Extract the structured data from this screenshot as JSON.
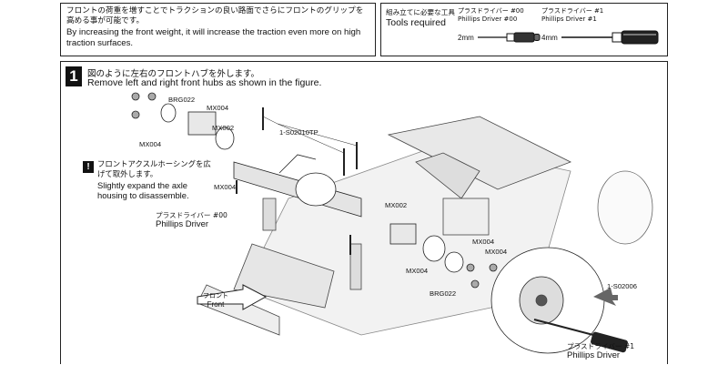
{
  "intro": {
    "jp": "フロントの荷重を増すことでトラクションの良い路面でさらにフロントのグリップを高める事が可能です。",
    "en": "By increasing the front weight, it will increase the traction even more on high traction surfaces."
  },
  "tools": {
    "title_jp": "組み立てに必要な工具",
    "title_en": "Tools required",
    "driver00_jp": "プラスドライバー #00",
    "driver00_en": "Phillips Driver #00",
    "driver1_jp": "プラスドライバー #1",
    "driver1_en": "Phillips Driver #1",
    "size2": "2mm",
    "size4": "4mm"
  },
  "step": {
    "number": "1",
    "jp": "図のように左右のフロントハブを外します。",
    "en": "Remove left and right front hubs as shown in the figure."
  },
  "warning": {
    "icon": "!",
    "jp": "フロントアクスルホーシングを広げて取外します。",
    "en": "Slightly expand the axle housing to disassemble."
  },
  "labels": {
    "brg022_a": "BRG022",
    "mx004_a": "MX004",
    "mx004_b": "MX004",
    "mx002_a": "MX002",
    "s02010tp": "1-S02010TP",
    "mx004_c": "MX004",
    "driver00_jp": "プラスドライバー #00",
    "driver00_en": "Phillips Driver",
    "mx002_b": "MX002",
    "mx004_d": "MX004",
    "mx004_e": "MX004",
    "mx004_f": "MX004",
    "brg022_b": "BRG022",
    "s02006": "1-S02006",
    "driver1_jp": "プラスドライバー #1",
    "driver1_en": "Phillips Driver",
    "front_jp": "フロント",
    "front_en": "Front"
  },
  "icons": [
    "warning-icon",
    "phillips-screwdriver-icon",
    "front-arrow-icon",
    "pull-direction-arrow-icon"
  ]
}
